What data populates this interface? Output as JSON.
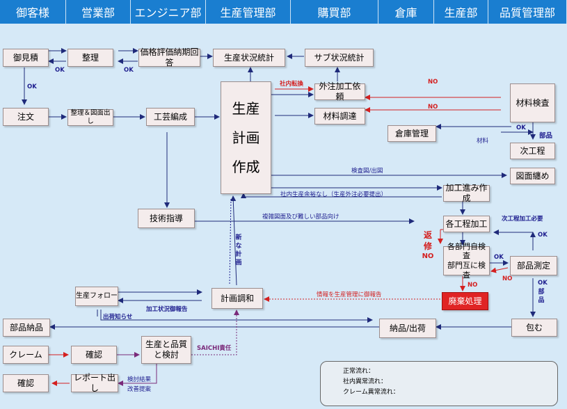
{
  "header": [
    "御客様",
    "営業部",
    "エンジニア部",
    "生産管理部",
    "購買部",
    "倉庫",
    "生産部",
    "品質管理部"
  ],
  "boxes": {
    "mitsumori": "御見積",
    "seiri": "整理",
    "kakaku": "価格評価納期回答",
    "seisan_jokyo": "生産状況統計",
    "sub_jokyo": "サブ状況統計",
    "chumon": "注文",
    "seiri_zumen": "整理＆図面出し",
    "kougei": "工芸編成",
    "plan": [
      "生産",
      "計画",
      "作成"
    ],
    "gaichu": "外注加工依頼",
    "zairyo_chotatsu": "材料調達",
    "zairyo_kensa": "材料検査",
    "soko": "倉庫管理",
    "jikotei": "次工程",
    "zumen_matome": "図面纏め",
    "kako_susumi": "加工進み作成",
    "gijutsu": "技術指導",
    "kakukotei": "各工程加工",
    "kenchi": [
      "各部門自検査",
      "部門互に検査"
    ],
    "buhin_sokutei": "部品測定",
    "follow": "生産フォロー",
    "keikaku_chowa": "計画調和",
    "haiki": "廃棄処理",
    "buhin_nohin": "部品納品",
    "nohin": "納品/出荷",
    "tsutsumu": "包む",
    "claim": "クレーム",
    "kakunin1": "確認",
    "kentou": [
      "生産と品質",
      "と検討"
    ],
    "kakunin2": "確認",
    "report": "レポート出し"
  },
  "labels": {
    "ok1": "OK",
    "ok2": "OK",
    "ok3": "OK",
    "ok4": "OK",
    "ok5": "OK",
    "ok6": "OK",
    "ok7": "OK",
    "shanai": "社内転換",
    "no1": "NO",
    "no2": "NO",
    "no3": "NO",
    "no4": "NO",
    "buhin": "部品",
    "zairyo": "材料",
    "kensazu": "検査図/出図",
    "yoyu": "社内生産余裕なし（生産外注必要提出）",
    "fukuzatsu": "複雑図面及び難しい部品向け",
    "jikotei_yosu": "次工程加工必要",
    "joho": "情報を生産管理に御報告",
    "kako_jokyo": "加工状況御報告",
    "shukka": "出荷知らせ",
    "saichi": "SAICHI責任",
    "kentou_kekka": "検討結果",
    "kaizen": "改善提案",
    "shin": [
      "新",
      "な",
      "計",
      "画"
    ],
    "henshu": [
      "返",
      "修",
      "NO"
    ],
    "buhin2": [
      "部",
      "品"
    ]
  },
  "legend": {
    "normal": "正常流れ：",
    "internal": "社内異常流れ：",
    "claim": "クレーム異常流れ："
  }
}
